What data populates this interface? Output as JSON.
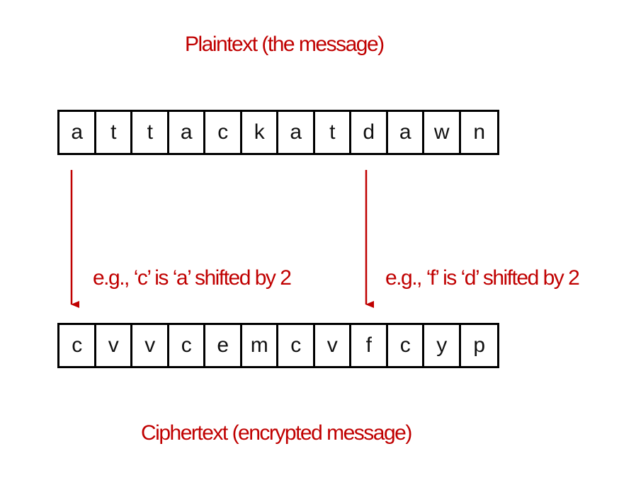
{
  "plaintext": {
    "title": "Plaintext (the message)",
    "letters": [
      "a",
      "t",
      "t",
      "a",
      "c",
      "k",
      "a",
      "t",
      "d",
      "a",
      "w",
      "n"
    ]
  },
  "ciphertext": {
    "title": "Ciphertext (encrypted message)",
    "letters": [
      "c",
      "v",
      "v",
      "c",
      "e",
      "m",
      "c",
      "v",
      "f",
      "c",
      "y",
      "p"
    ]
  },
  "annotations": [
    {
      "text": "e.g., ‘c’ is ‘a’ shifted by 2"
    },
    {
      "text": "e.g., ‘f’ is ‘d’ shifted by 2"
    }
  ],
  "colors": {
    "accent": "#c00000",
    "border": "#000000"
  }
}
